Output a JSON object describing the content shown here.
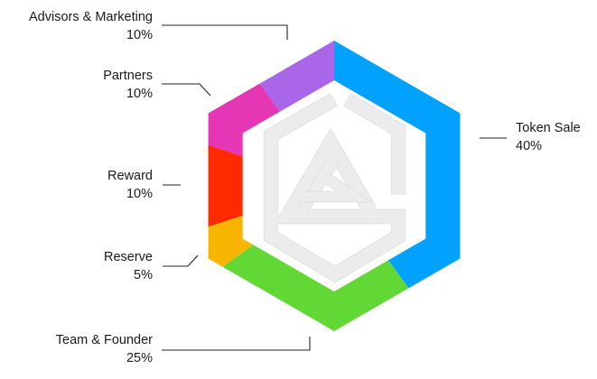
{
  "chart_data": {
    "type": "pie",
    "shape": "hexagonal ring (donut)",
    "title": "",
    "slices": [
      {
        "label": "Token Sale",
        "value": 40,
        "display": "40%",
        "color": "#00a2fd"
      },
      {
        "label": "Team & Founder",
        "value": 25,
        "display": "25%",
        "color": "#62d837"
      },
      {
        "label": "Reserve",
        "value": 5,
        "display": "5%",
        "color": "#f7b500"
      },
      {
        "label": "Reward",
        "value": 10,
        "display": "10%",
        "color": "#ff2a00"
      },
      {
        "label": "Partners",
        "value": 10,
        "display": "10%",
        "color": "#e536b6"
      },
      {
        "label": "Advisors & Marketing",
        "value": 10,
        "display": "10%",
        "color": "#a966e8"
      }
    ],
    "center_logo": "light-gray-geometric-hexagon-logo",
    "logo_color": "#ececec"
  }
}
